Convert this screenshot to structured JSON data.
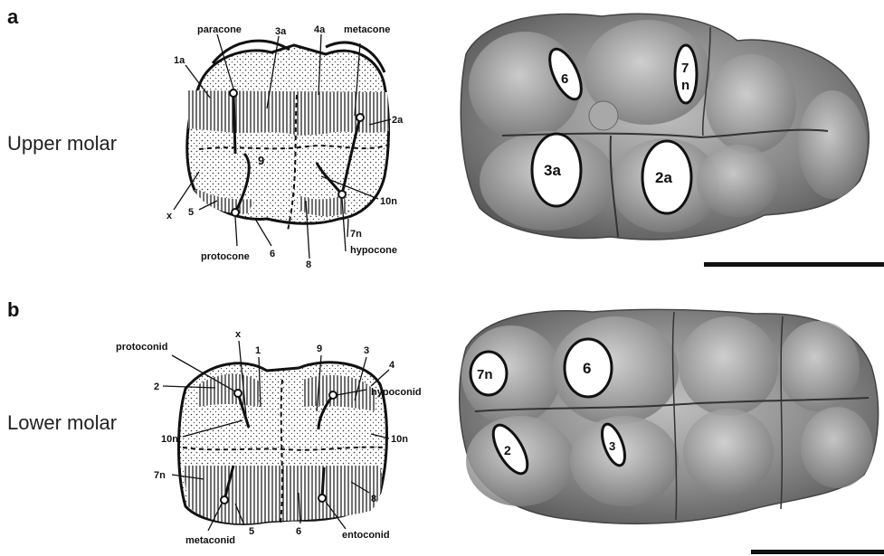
{
  "panels": [
    {
      "letter": "a",
      "row_label": "Upper molar",
      "diagram_labels": {
        "paracone": "paracone",
        "metacone": "metacone",
        "protocone": "protocone",
        "hypocone": "hypocone",
        "n1a": "1a",
        "n3a": "3a",
        "n4a": "4a",
        "n2a": "2a",
        "n9": "9",
        "n10n": "10n",
        "x": "x",
        "n5": "5",
        "n6": "6",
        "n8": "8",
        "n7n": "7n"
      },
      "photo_labels": {
        "o6": "6",
        "o7n_top": "7",
        "o7n_bot": "n",
        "o3a": "3a",
        "o2a": "2a"
      }
    },
    {
      "letter": "b",
      "row_label": "Lower molar",
      "diagram_labels": {
        "protoconid": "protoconid",
        "hypoconid": "hypoconid",
        "metaconid": "metaconid",
        "entoconid": "entoconid",
        "x": "x",
        "n1": "1",
        "n9": "9",
        "n3": "3",
        "n4": "4",
        "n2": "2",
        "n10n_left": "10n",
        "n10n_right": "10n",
        "n7n": "7n",
        "n5": "5",
        "n6": "6",
        "n8": "8"
      },
      "photo_labels": {
        "o7n": "7n",
        "o6": "6",
        "o2": "2",
        "o3": "3"
      }
    }
  ],
  "colors": {
    "tooth_dark": "#6d6d6d",
    "tooth_mid": "#9a9a9a",
    "tooth_light": "#cfcfcf",
    "oval_fill": "#ffffff"
  }
}
